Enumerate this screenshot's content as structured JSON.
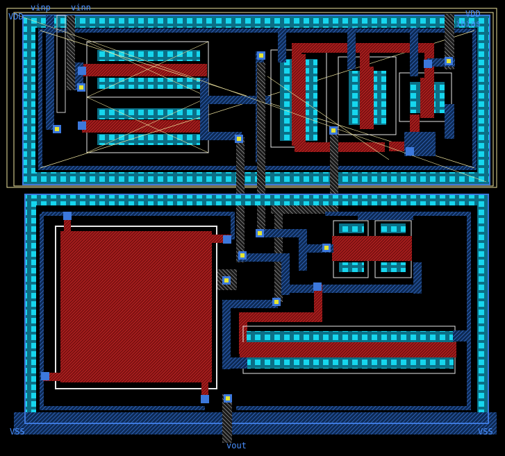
{
  "pins": {
    "vinp": "vinp",
    "vinn": "vinn",
    "vdd_left": "VDD",
    "vdd_right": "VDD",
    "ibias": "ibias",
    "vss_left": "VSS",
    "vss_right": "VSS",
    "vout": "vout"
  },
  "colors": {
    "background": "#000000",
    "diffusion": "#00c8dc",
    "metal1": "#3c78dc",
    "poly": "#dc2828",
    "via": "#e6e632",
    "outline": "#f0e6a0",
    "label": "#4a90ff"
  }
}
